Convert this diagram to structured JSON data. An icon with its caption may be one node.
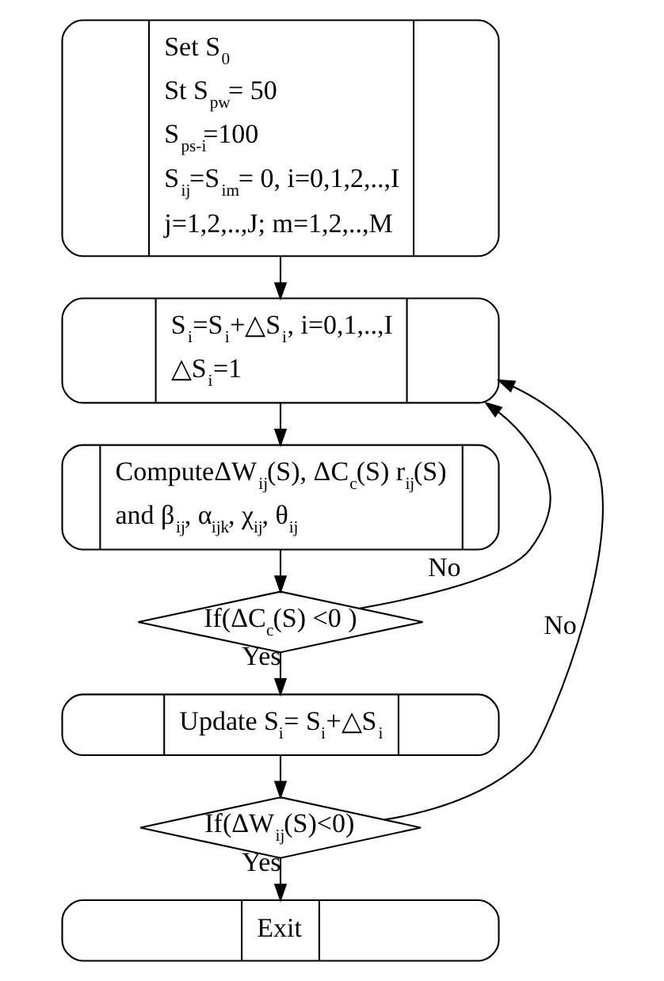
{
  "diagram": {
    "nodes": [
      {
        "text": [
          "Set S$_{0}$",
          "St S$_{pw}$= 50",
          "S$_{ps-i}$=100",
          "S$_{ij}$=S$_{im}$= 0, i=0,1,2,..,I j=1,2,..,J; m=1,2,..,M"
        ]
      },
      {
        "text": [
          "S$_{i}$=S$_{i}$+△S$_{i}$, i=0,1,..,I",
          "△S$_{i}$=1"
        ]
      },
      {
        "text": [
          "ComputeΔW$_{ij}$(S), ΔC$_{c}$(S) r$_{ij}$(S) and β$_{ij}$, α$_{ijk}$, χ$_{ij}$, θ$_{ij}$"
        ]
      },
      {
        "text": [
          "If(ΔC$_{c}$(S) <0 )"
        ]
      },
      {
        "text": [
          "Update S$_{i}$= S$_{i}$+△S$_{i}$"
        ]
      },
      {
        "text": [
          "If(ΔW$_{ij}$(S)<0)"
        ]
      },
      {
        "text": [
          "Exit"
        ]
      }
    ],
    "edges": [
      {
        "from": 0,
        "to": 1,
        "arrow": "to"
      },
      {
        "from": 1,
        "to": 2,
        "arrow": "to"
      },
      {
        "from": 2,
        "to": 3,
        "arrow": "to"
      },
      {
        "from": 3,
        "to": 1,
        "arrow": "to",
        "label": "No"
      },
      {
        "from": 3,
        "to": 4,
        "arrow": "to",
        "label": "Yes"
      },
      {
        "from": 4,
        "to": 5,
        "arrow": "to"
      },
      {
        "from": 5,
        "to": 1,
        "arrow": "to",
        "label": "No"
      },
      {
        "from": 5,
        "to": 6,
        "arrow": "to",
        "label": "Yes"
      }
    ]
  }
}
